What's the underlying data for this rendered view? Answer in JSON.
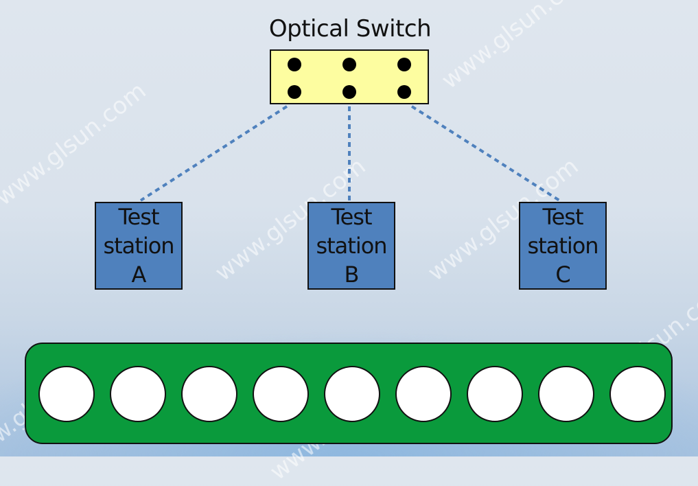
{
  "switch": {
    "title": "Optical Switch",
    "fill_color": "#fdfda0",
    "dot_rows": 2,
    "dot_columns": 3
  },
  "stations": [
    {
      "line1": "Test",
      "line2": "station",
      "line3": "A"
    },
    {
      "line1": "Test",
      "line2": "station",
      "line3": "B"
    },
    {
      "line1": "Test",
      "line2": "station",
      "line3": "C"
    }
  ],
  "station_color": "#4f81bd",
  "link_color": "#4f81bd",
  "link_style": "dashed",
  "panel": {
    "fill_color": "#0a9a3c",
    "port_count": 9
  },
  "watermarks": [
    "www.glsun.com"
  ]
}
